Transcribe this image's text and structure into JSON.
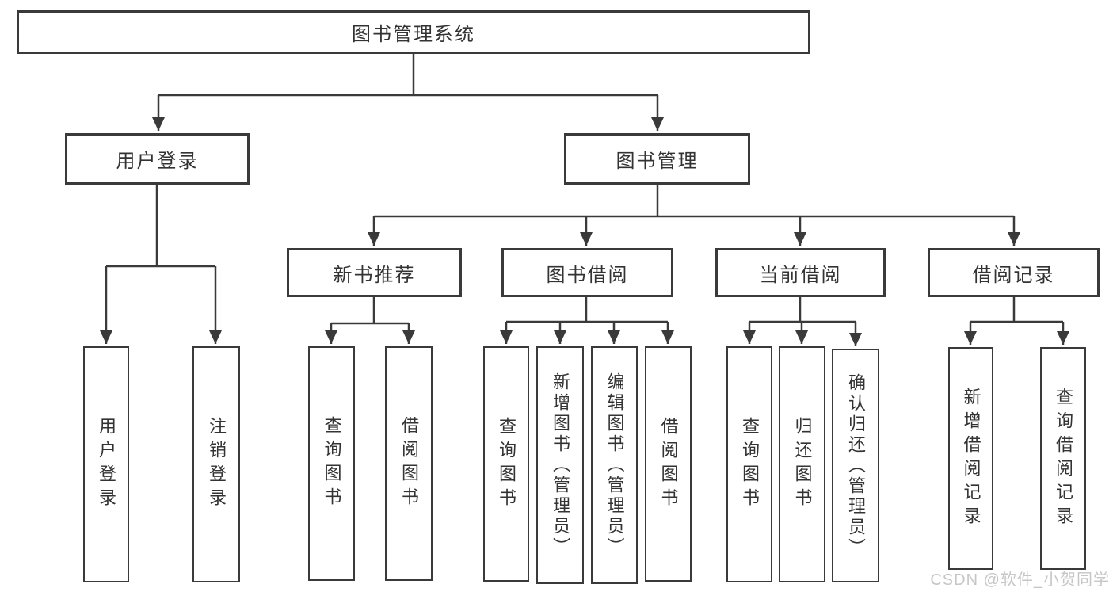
{
  "diagram": {
    "title": "图书管理系统",
    "nodes": {
      "root": "图书管理系统",
      "user_login": "用户登录",
      "book_mgmt": "图书管理",
      "new_books": "新书推荐",
      "book_borrow": "图书借阅",
      "current_borrow": "当前借阅",
      "borrow_records": "借阅记录",
      "leaf_user_login": "用户登录",
      "leaf_logout": "注销登录",
      "leaf_nb_query": "查询图书",
      "leaf_nb_borrow": "借阅图书",
      "leaf_bb_query": "查询图书",
      "leaf_bb_add": "新增图书（管理员）",
      "leaf_bb_edit": "编辑图书（管理员）",
      "leaf_bb_borrow": "借阅图书",
      "leaf_cb_query": "查询图书",
      "leaf_cb_return": "归还图书",
      "leaf_cb_confirm": "确认归还（管理员）",
      "leaf_br_add": "新增借阅记录",
      "leaf_br_query": "查询借阅记录"
    },
    "colors": {
      "line": "#3a3a3a",
      "box_border": "#3a3a3a",
      "text": "#333333",
      "watermark": "#c6c6c6"
    }
  },
  "watermark": "CSDN @软件_小贺同学"
}
